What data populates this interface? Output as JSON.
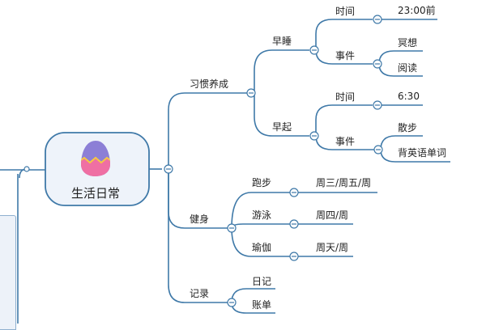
{
  "mindmap": {
    "root": {
      "label": "生活日常",
      "icon": "easter-egg-icon",
      "colors": {
        "egg_top": "#8c7fd6",
        "egg_bottom": "#ef6fa3",
        "zigzag": "#f5c842"
      }
    },
    "branches": [
      {
        "label": "习惯养成",
        "children": [
          {
            "label": "早睡",
            "children": [
              {
                "label": "时间",
                "children": [
                  {
                    "label": "23:00前"
                  }
                ]
              },
              {
                "label": "事件",
                "children": [
                  {
                    "label": "冥想"
                  },
                  {
                    "label": "阅读"
                  }
                ]
              }
            ]
          },
          {
            "label": "早起",
            "children": [
              {
                "label": "时间",
                "children": [
                  {
                    "label": "6:30"
                  }
                ]
              },
              {
                "label": "事件",
                "children": [
                  {
                    "label": "散步"
                  },
                  {
                    "label": "背英语单词"
                  }
                ]
              }
            ]
          }
        ]
      },
      {
        "label": "健身",
        "children": [
          {
            "label": "跑步",
            "children": [
              {
                "label": "周三/周五/周"
              }
            ]
          },
          {
            "label": "游泳",
            "children": [
              {
                "label": "周四/周"
              }
            ]
          },
          {
            "label": "瑜伽",
            "children": [
              {
                "label": "周天/周"
              }
            ]
          }
        ]
      },
      {
        "label": "记录",
        "children": [
          {
            "label": "日记"
          },
          {
            "label": "账单"
          }
        ]
      }
    ]
  },
  "style": {
    "line_color": "#3f79a8",
    "root_fill": "#eef3fa",
    "root_border": "#3f79a8",
    "collapse_fill": "#ffffff"
  }
}
